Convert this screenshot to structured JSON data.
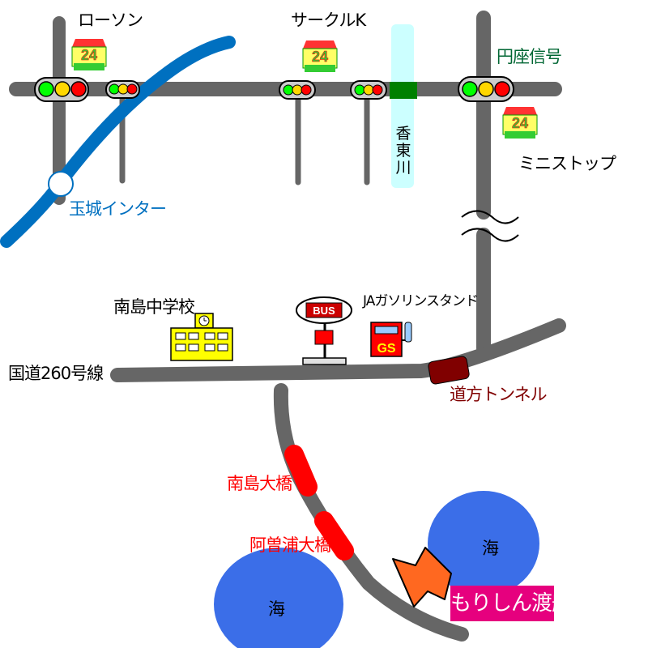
{
  "labels": {
    "lawson": "ローソン",
    "circlek": "サークルK",
    "enza": "円座信号",
    "ministop": "ミニストップ",
    "tamashiro": "玉城インター",
    "river": "香東川",
    "school": "南島中学校",
    "ja_gs": "JAガソリンスタンド",
    "route": "国道260号線",
    "tunnel": "道方トンネル",
    "bridge1": "南島大橋",
    "bridge2": "阿曽浦大橋",
    "sea_left": "海",
    "sea_right": "海",
    "destination": "もりしん渡船"
  },
  "icons": {
    "store24": "24",
    "bus": "BUS",
    "gs": "GS"
  },
  "colors": {
    "road": "#666666",
    "expressway": "#0070c0",
    "river": "#ccffff",
    "river_crossing": "#008000",
    "sea": "#3b6ee8",
    "bridge": "#ff0000",
    "tunnel": "#800000",
    "destination_bg": "#e6007e",
    "arrow": "#ff6820"
  }
}
